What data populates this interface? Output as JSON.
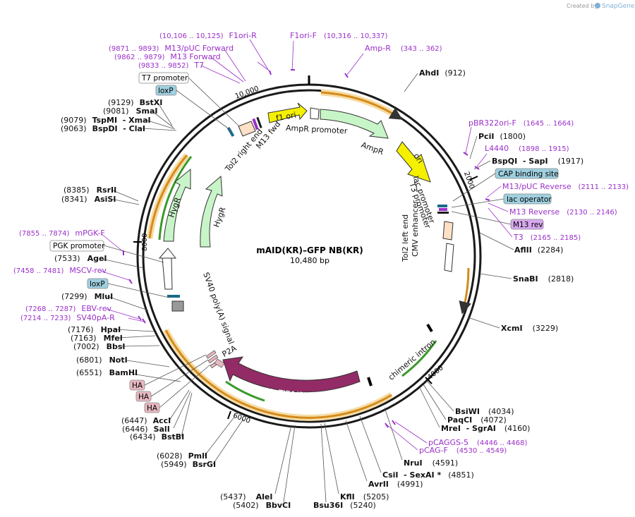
{
  "header": {
    "credit": "Created by",
    "brand": "SnapGene"
  },
  "plasmid": {
    "name": "mAID(KR)–GFP NB(KR)",
    "length": "10,480 bp"
  },
  "ruler_ticks": [
    "10,000",
    "2000",
    "4000",
    "6000",
    "8000"
  ],
  "colors": {
    "backbone": "#1a1a1a",
    "feature_green": "#c8f5c8",
    "feature_yellow": "#f5f000",
    "cds_purple": "#932b66",
    "orange_arrow": "#d48b1a",
    "primer_purple": "#9b2fc9",
    "box_blue": "#9fd0e0",
    "box_pink": "#e8b8c0",
    "box_violet": "#d8a8f0"
  },
  "restriction_sites": [
    {
      "name": "AhdI",
      "pos": "(912)"
    },
    {
      "name": "PciI",
      "pos": "(1800)"
    },
    {
      "name": "BspQI  - SapI",
      "pos": "(1917)"
    },
    {
      "name": "AflII",
      "pos": "(2284)"
    },
    {
      "name": "SnaBI",
      "pos": "(2818)"
    },
    {
      "name": "XcmI",
      "pos": "(3229)"
    },
    {
      "name": "BsiWI",
      "pos": "(4034)"
    },
    {
      "name": "PaqCI",
      "pos": "(4072)"
    },
    {
      "name": "MreI  - SgrAI",
      "pos": "(4160)"
    },
    {
      "name": "NruI",
      "pos": "(4591)"
    },
    {
      "name": "CsiI  - SexAI *",
      "pos": "(4851)"
    },
    {
      "name": "AvrII",
      "pos": "(4991)"
    },
    {
      "name": "KflI",
      "pos": "(5205)"
    },
    {
      "name": "Bsu36I",
      "pos": "(5240)"
    },
    {
      "name": "AleI",
      "pos": "(5437)"
    },
    {
      "name": "BbvCI",
      "pos": "(5402)"
    },
    {
      "name": "PmlI",
      "pos": "(6028)"
    },
    {
      "name": "BsrGI",
      "pos": "(5949)"
    },
    {
      "name": "AccI",
      "pos": "(6447)"
    },
    {
      "name": "SalI",
      "pos": "(6446)"
    },
    {
      "name": "BstBI",
      "pos": "(6434)"
    },
    {
      "name": "BamHI",
      "pos": "(6551)"
    },
    {
      "name": "NotI",
      "pos": "(6801)"
    },
    {
      "name": "BbsI",
      "pos": "(7002)"
    },
    {
      "name": "MfeI",
      "pos": "(7163)"
    },
    {
      "name": "HpaI",
      "pos": "(7176)"
    },
    {
      "name": "MluI",
      "pos": "(7299)"
    },
    {
      "name": "AgeI",
      "pos": "(7533)"
    },
    {
      "name": "AsiSI",
      "pos": "(8341)"
    },
    {
      "name": "RsrII",
      "pos": "(8385)"
    },
    {
      "name": "BspDI  - ClaI",
      "pos": "(9063)"
    },
    {
      "name": "TspMI  - XmaI",
      "pos": "(9079)"
    },
    {
      "name": "SmaI",
      "pos": "(9081)"
    },
    {
      "name": "BstXI",
      "pos": "(9129)"
    }
  ],
  "primers": [
    {
      "name": "F1ori-R",
      "coords": "(10,106 .. 10,125)"
    },
    {
      "name": "F1ori-F",
      "coords": "(10,316 .. 10,337)"
    },
    {
      "name": "Amp-R",
      "coords": "(343 .. 362)"
    },
    {
      "name": "M13/pUC Forward",
      "coords": "(9871 .. 9893)"
    },
    {
      "name": "M13 Forward",
      "coords": "(9862 .. 9879)"
    },
    {
      "name": "T7",
      "coords": "(9833 .. 9852)"
    },
    {
      "name": "pBR322ori-F",
      "coords": "(1645 .. 1664)"
    },
    {
      "name": "L4440",
      "coords": "(1898 .. 1915)"
    },
    {
      "name": "M13/pUC Reverse",
      "coords": "(2111 .. 2133)"
    },
    {
      "name": "M13 Reverse",
      "coords": "(2130 .. 2146)"
    },
    {
      "name": "T3",
      "coords": "(2165 .. 2185)"
    },
    {
      "name": "pCAGGS-5",
      "coords": "(4446 .. 4468)"
    },
    {
      "name": "pCAG-F",
      "coords": "(4530 .. 4549)"
    },
    {
      "name": "mPGK-F",
      "coords": "(7855 .. 7874)"
    },
    {
      "name": "MSCV-rev",
      "coords": "(7458 .. 7481)"
    },
    {
      "name": "EBV-rev",
      "coords": "(7268 .. 7287)"
    },
    {
      "name": "SV40pA-R",
      "coords": "(7214 .. 7233)"
    }
  ],
  "boxed_labels": [
    {
      "text": "T7 promoter",
      "style": "white"
    },
    {
      "text": "loxP",
      "style": "blue"
    },
    {
      "text": "CAP binding site",
      "style": "blue"
    },
    {
      "text": "lac operator",
      "style": "blue"
    },
    {
      "text": "M13 rev",
      "style": "violet"
    },
    {
      "text": "PGK promoter",
      "style": "white"
    },
    {
      "text": "loxP",
      "style": "blue"
    },
    {
      "text": "HA",
      "style": "pink"
    },
    {
      "text": "HA",
      "style": "pink"
    },
    {
      "text": "HA",
      "style": "pink"
    }
  ],
  "features": {
    "f1_ori": "f1 ori",
    "ori": "ori",
    "ampr_promoter": "AmpR promoter",
    "ampr": "AmpR",
    "lac_promoter": "lac promoter",
    "t3_promoter": "T3 promoter",
    "tol2_left_end": "Tol2 left end",
    "cmv_enhancer": "CMV enhancer",
    "chimeric_intron": "chimeric intron",
    "ostir1": "OsTIR1(F74G)",
    "p2a": "P2A",
    "sv40_polya": "SV40 poly(A) signal",
    "hygr_outer": "HygR",
    "hygr_inner": "HygR",
    "tol2_right_end": "Tol2 right end",
    "m13_fwd": "M13 fwd"
  }
}
